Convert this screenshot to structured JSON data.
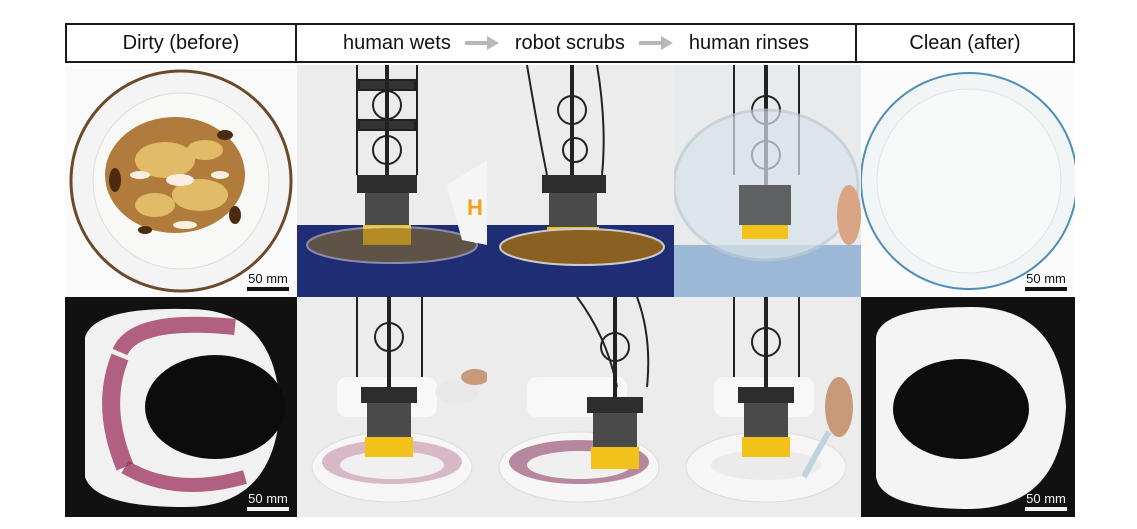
{
  "header": {
    "left_label": "Dirty (before)",
    "steps": [
      "human wets",
      "robot scrubs",
      "human rinses"
    ],
    "right_label": "Clean (after)"
  },
  "scale_bar": {
    "label": "50 mm"
  },
  "rows": [
    {
      "subject": "plate",
      "stain_color": "#9a5a16"
    },
    {
      "subject": "toilet-seat",
      "stain_color": "#9b2f5c"
    }
  ],
  "colors": {
    "brush_yellow": "#f2c21a",
    "robot_dark": "#3a3a3a",
    "table_blue": "#1f2e74",
    "background_black": "#111111"
  }
}
